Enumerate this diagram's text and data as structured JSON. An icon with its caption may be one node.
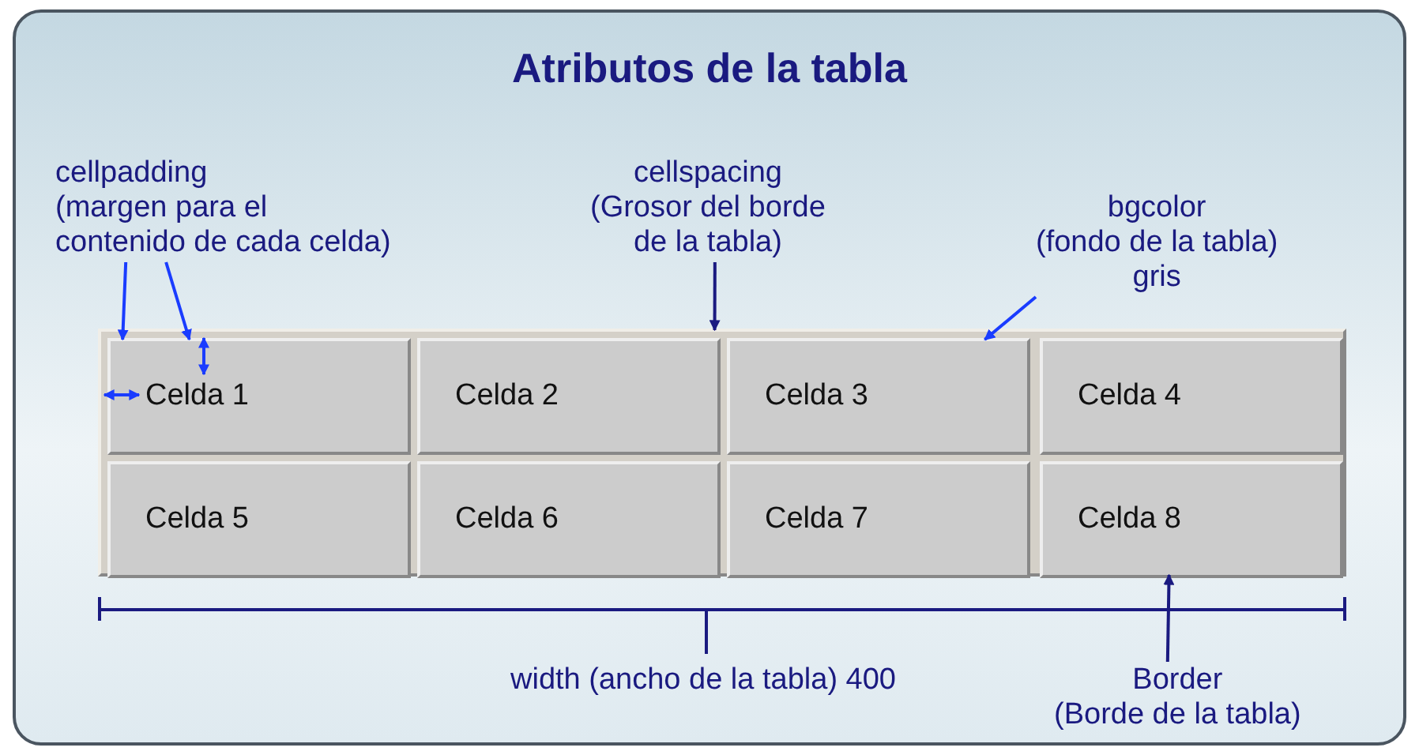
{
  "diagram": {
    "title": "Atributos de la tabla",
    "nodes": [
      {
        "text": [
          "cellpadding (margen para el contenido de cada celda)"
        ]
      },
      {
        "text": [
          "cellspacing (Grosor del borde de la tabla)"
        ]
      },
      {
        "text": [
          "bgcolor (fondo de la tabla) gris"
        ]
      },
      {
        "text": [],
        "shape": "box"
      },
      {
        "text": [
          "Celda 1"
        ],
        "in": 3
      },
      {
        "text": [
          "Celda 2"
        ],
        "in": 3
      },
      {
        "text": [
          "Celda 3"
        ],
        "in": 3
      },
      {
        "text": [
          "Celda 4"
        ],
        "in": 3
      },
      {
        "text": [
          "Celda 5"
        ],
        "in": 3
      },
      {
        "text": [
          "Celda 6"
        ],
        "in": 3
      },
      {
        "text": [
          "Celda 7"
        ],
        "in": 3
      },
      {
        "text": [
          "Celda 8"
        ],
        "in": 3
      },
      {
        "text": [
          "Border (Borde de la tabla)"
        ]
      }
    ],
    "edges": [
      {
        "from": 0,
        "to": 4,
        "arrow": "to"
      },
      {
        "from": 0,
        "to": 4,
        "arrow": "to"
      },
      {
        "from": 1,
        "to": 3,
        "arrow": "to",
        "color": "#1a1a80"
      },
      {
        "from": 2,
        "to": 6,
        "arrow": "to"
      },
      {
        "from": 12,
        "to": 3,
        "arrow": "to",
        "color": "#1a1a80"
      }
    ],
    "labels": [
      "width (ancho de la tabla) 400"
    ]
  }
}
